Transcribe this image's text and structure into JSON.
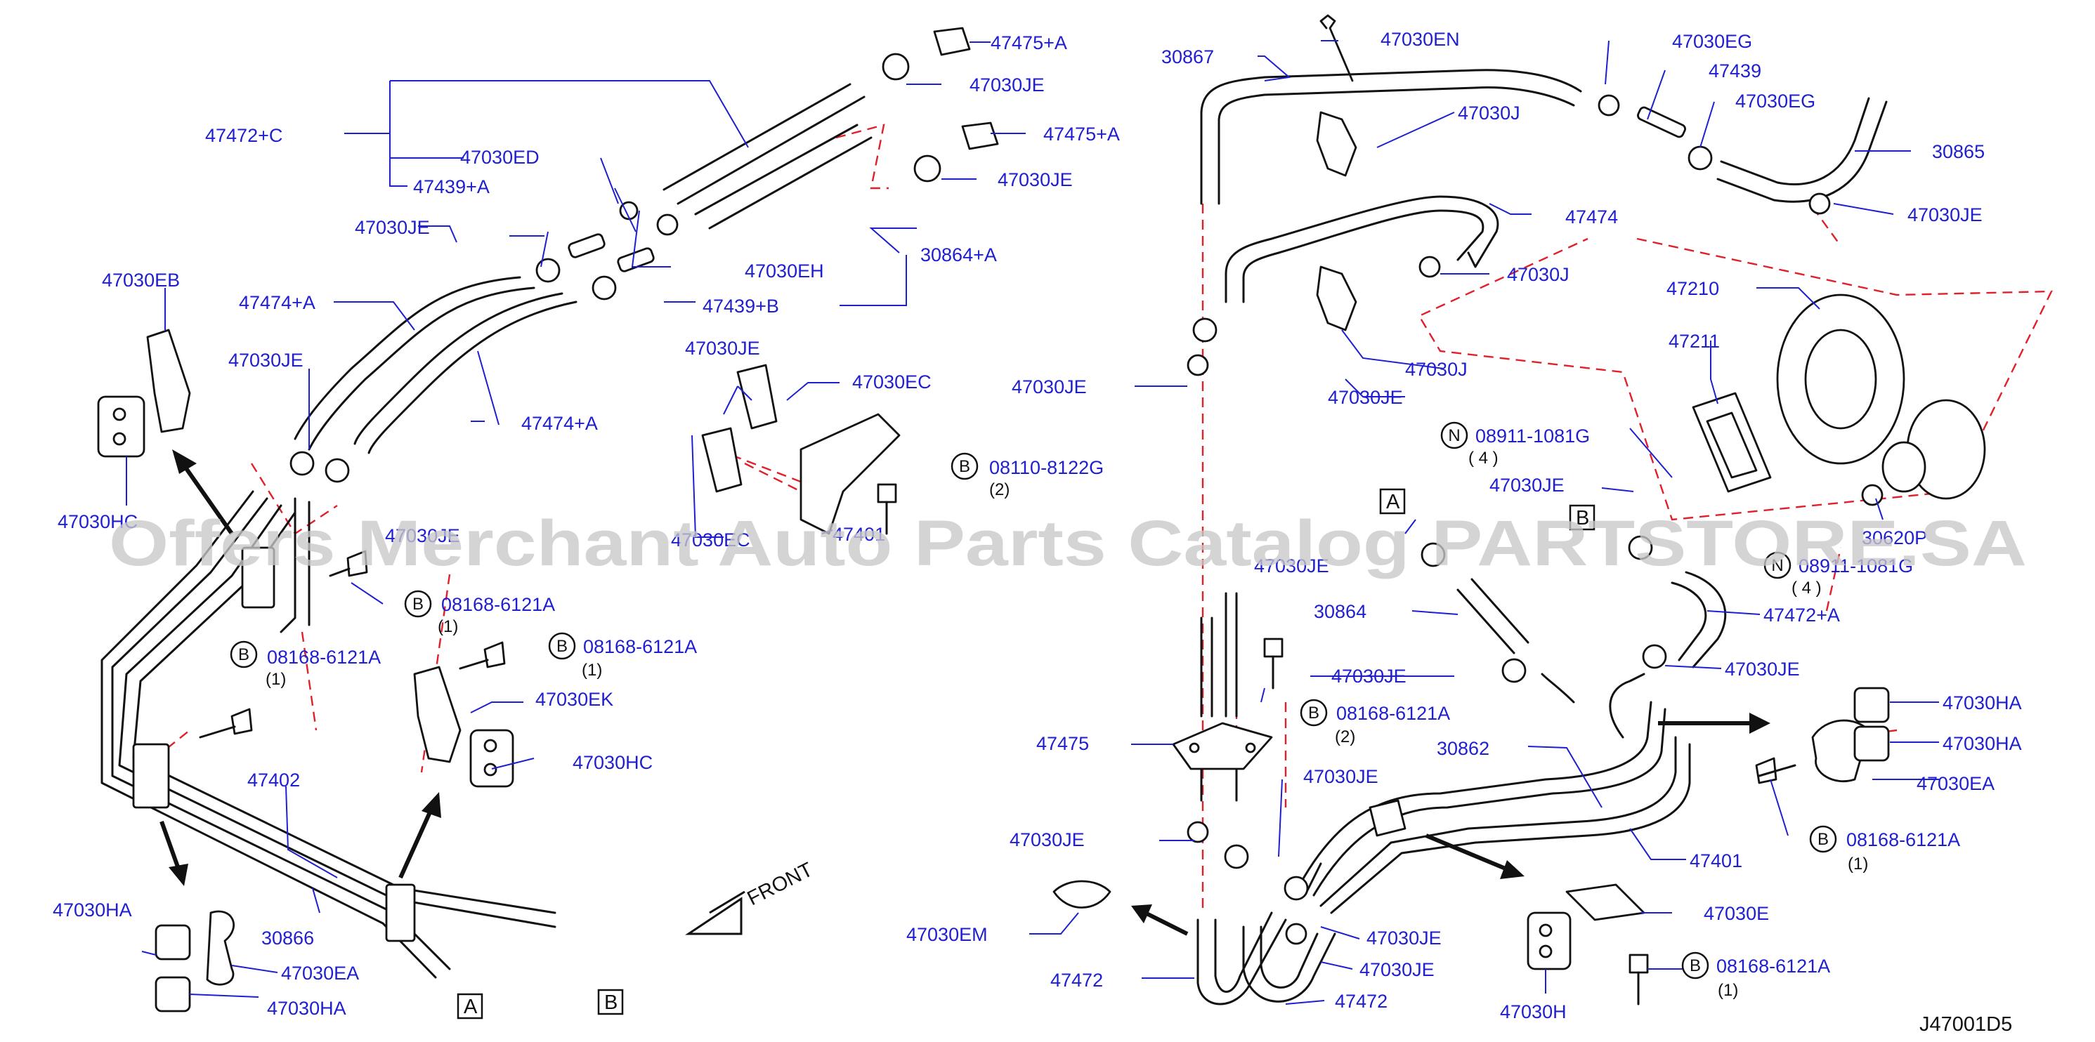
{
  "labels": {
    "l1": "47475+A",
    "l2": "47030JE",
    "l3": "47472+C",
    "l4": "47030ED",
    "l5": "47439+A",
    "l6": "47475+A",
    "l7": "47030JE",
    "l8": "47030JE",
    "l9": "47030EH",
    "l10": "30864+A",
    "l11": "47439+B",
    "l12": "47474+A",
    "l13": "47030EB",
    "l14": "47030JE",
    "l15": "47474+A",
    "l16": "47030JE",
    "l17": "47030EC",
    "l18": "08110-8122G",
    "l19": "47030HC",
    "l20": "47030JE",
    "l21": "47030EC",
    "l22": "47401",
    "l23": "08168-6121A",
    "l24": "08168-6121A",
    "l25": "08168-6121A",
    "l26": "47030EK",
    "l27": "47030HC",
    "l28": "47402",
    "l29": "47030HA",
    "l30": "30866",
    "l31": "47030EA",
    "l32": "47030HA",
    "l33": "FRONT",
    "r1": "47030EN",
    "r2": "30867",
    "r3": "47030EG",
    "r4": "47439",
    "r5": "47030EG",
    "r6": "47030J",
    "r7": "30865",
    "r8": "47474",
    "r9": "47030JE",
    "r10": "47030J",
    "r11": "47210",
    "r12": "47211",
    "r13": "47030J",
    "r14": "47030JE",
    "r15": "47030JE",
    "r16": "08911-1081G",
    "r17": "47030JE",
    "r18": "30620P",
    "r19": "47030JE",
    "r20": "08911-1081G",
    "r21": "30864",
    "r22": "47472+A",
    "r23": "47030JE",
    "r24": "47030JE",
    "r25": "08168-6121A",
    "r26": "47475",
    "r27": "30862",
    "r28": "47030HA",
    "r29": "47030HA",
    "r30": "47030EA",
    "r31": "47030JE",
    "r32": "08168-6121A",
    "r33": "47030JE",
    "r34": "47401",
    "r35": "47030E",
    "r36": "47030JE",
    "r37": "47030JE",
    "r38": "47030EM",
    "r39": "08168-6121A",
    "r40": "47472",
    "r41": "47472",
    "r42": "47030H"
  },
  "quantities": {
    "q18": "(2)",
    "q23": "(1)",
    "q24": "(1)",
    "q25": "(1)",
    "r16": "( 4 )",
    "r20": "( 4 )",
    "r25": "(2)",
    "r32": "(1)",
    "r39": "(1)"
  },
  "circle_markers": {
    "b18": "B",
    "b23": "B",
    "b24": "B",
    "b25": "B",
    "n16": "N",
    "n20": "N",
    "b25r": "B",
    "b32": "B",
    "b39": "B"
  },
  "boxed_markers": {
    "a_left": "A",
    "b_left": "B",
    "a_right": "A",
    "b_right": "B"
  },
  "diagram_code": "J47001D5",
  "watermark": "Offers Merchant Auto Parts Catalog PARTSTORE.SA"
}
